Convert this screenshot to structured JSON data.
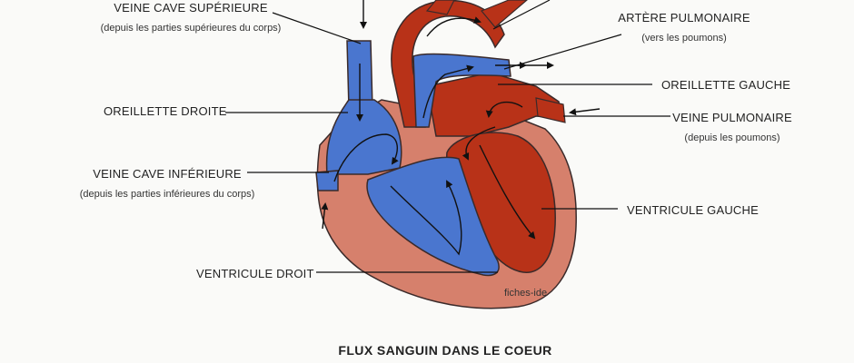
{
  "diagram": {
    "title": "FLUX SANGUIN DANS LE COEUR",
    "watermark": "fiches-ide",
    "colors": {
      "oxygenated": "#b83218",
      "deoxygenated": "#4a76cf",
      "wall": "#d6806c",
      "outline": "#3a2a2a",
      "leader": "#111111"
    },
    "labels": {
      "veine_cave_superieure": {
        "name": "VEINE CAVE SUPÉRIEURE",
        "note": "(depuis les parties supérieures du corps)"
      },
      "oreillette_droite": {
        "name": "OREILLETTE DROITE"
      },
      "veine_cave_inferieure": {
        "name": "VEINE CAVE INFÉRIEURE",
        "note": "(depuis les parties inférieures du corps)"
      },
      "ventricule_droit": {
        "name": "VENTRICULE DROIT"
      },
      "artere_pulmonaire": {
        "name": "ARTÈRE PULMONAIRE",
        "note": "(vers les poumons)"
      },
      "oreillette_gauche": {
        "name": "OREILLETTE GAUCHE"
      },
      "veine_pulmonaire": {
        "name": "VEINE PULMONAIRE",
        "note": "(depuis les poumons)"
      },
      "ventricule_gauche": {
        "name": "VENTRICULE GAUCHE"
      }
    }
  }
}
